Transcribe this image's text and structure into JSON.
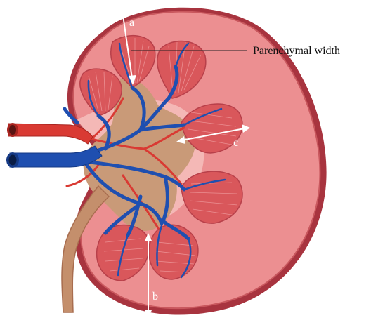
{
  "labels": {
    "a": "a",
    "b": "b",
    "c": "c",
    "parenchymal_width": "Parenchymal width"
  },
  "colors": {
    "capsule_outer": "#a8343f",
    "cortex": "#ec8f91",
    "cortex_edge": "#c9585e",
    "pyramid": "#d9575b",
    "pyramid_striation": "#f3a8aa",
    "pelvis": "#c99a78",
    "ureter": "#c48f6c",
    "vein": "#1f4fb0",
    "artery": "#d93a33",
    "arrow": "#ffffff",
    "leader_line": "#222222"
  }
}
